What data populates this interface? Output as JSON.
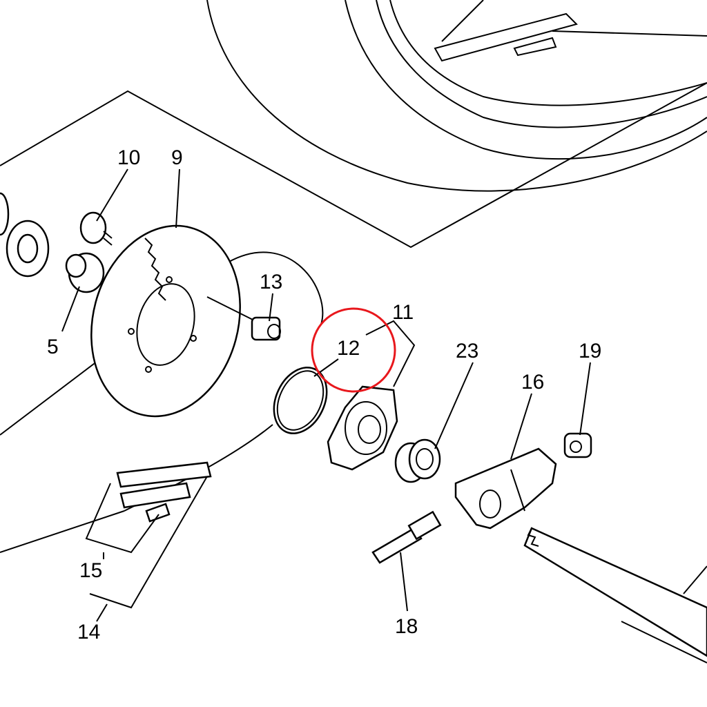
{
  "diagram": {
    "labels": {
      "p10": "10",
      "p9": "9",
      "p5": "5",
      "p13": "13",
      "p11": "11",
      "p12": "12",
      "p23": "23",
      "p19": "19",
      "p16": "16",
      "p15": "15",
      "p14": "14",
      "p18": "18"
    },
    "highlight_color": "#e8171c",
    "highlighted_part": "12"
  }
}
